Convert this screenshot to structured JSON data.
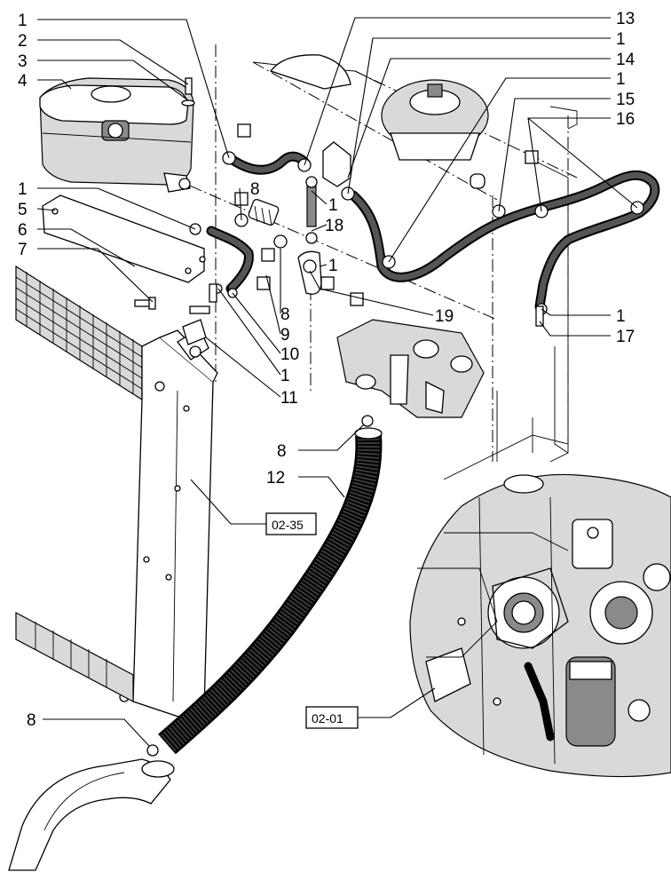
{
  "callouts": {
    "c1a": "1",
    "c2": "2",
    "c3": "3",
    "c4": "4",
    "c1b": "1",
    "c5": "5",
    "c6": "6",
    "c7": "7",
    "c13": "13",
    "c1c": "1",
    "c14": "14",
    "c1d": "1",
    "c15": "15",
    "c16": "16",
    "c8a": "8",
    "c1e": "1",
    "c18": "18",
    "c1f": "1",
    "c8b": "8",
    "c9": "9",
    "c10": "10",
    "c1g": "1",
    "c11": "11",
    "c19": "19",
    "c1h": "1",
    "c17": "17",
    "c8c": "8",
    "c12": "12",
    "c8d": "8"
  },
  "references": {
    "radiator": "02-35",
    "engine": "02-01"
  }
}
